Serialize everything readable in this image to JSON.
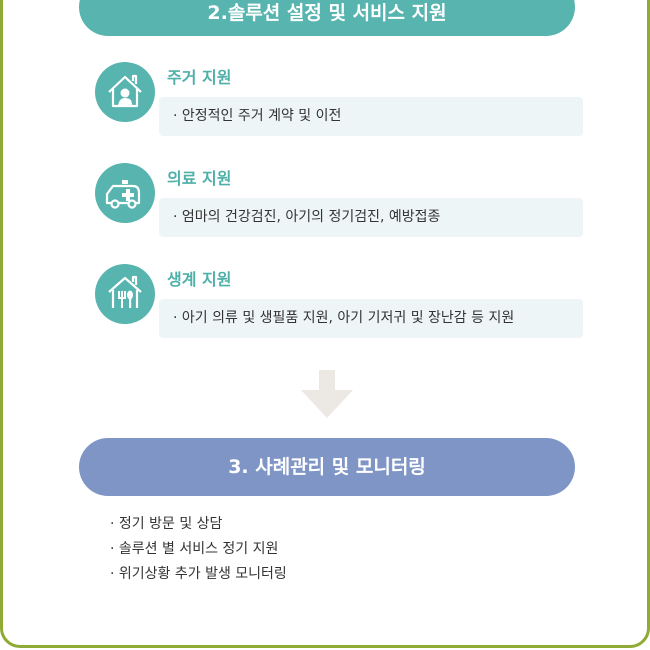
{
  "section2": {
    "title": "2.솔루션 설정 및 서비스 지원"
  },
  "services": [
    {
      "icon": "house-person-icon",
      "title": "주거 지원",
      "desc": "· 안정적인 주거 계약 및 이전"
    },
    {
      "icon": "ambulance-icon",
      "title": "의료 지원",
      "desc": "· 엄마의 건강검진, 아기의 정기검진, 예방접종"
    },
    {
      "icon": "house-utensils-icon",
      "title": "생계 지원",
      "desc": "· 아기 의류 및 생필품 지원, 아기 기저귀 및 장난감 등 지원"
    }
  ],
  "section3": {
    "title": "3. 사례관리 및 모니터링",
    "items": [
      "· 정기 방문 및 상담",
      "· 솔루션 별 서비스 정기 지원",
      "· 위기상황 추가 발생 모니터링"
    ]
  },
  "colors": {
    "teal": "#57b4af",
    "blue": "#7e95c6",
    "border": "#8fab36",
    "box": "#eef5f7",
    "arrow": "#ece8e3"
  }
}
